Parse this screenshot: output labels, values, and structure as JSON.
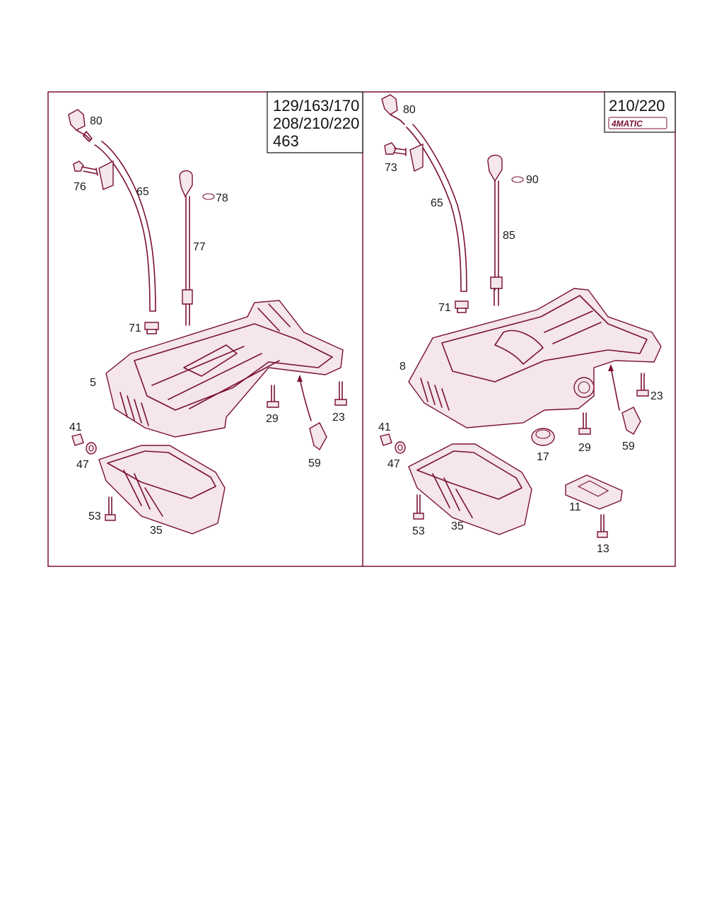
{
  "left_panel": {
    "model_lines": [
      "129/163/170",
      "208/210/220",
      "463"
    ],
    "labels": [
      "80",
      "76",
      "65",
      "78",
      "77",
      "71",
      "5",
      "29",
      "23",
      "41",
      "47",
      "59",
      "53",
      "35"
    ]
  },
  "right_panel": {
    "model_lines": [
      "210/220"
    ],
    "badge": "4MATIC",
    "labels": [
      "80",
      "73",
      "90",
      "65",
      "85",
      "71",
      "8",
      "23",
      "41",
      "17",
      "29",
      "59",
      "47",
      "11",
      "53",
      "35",
      "13"
    ]
  },
  "colors": {
    "line": "#7a1030",
    "frame": "#7a1030",
    "text": "#1a1a1a"
  }
}
